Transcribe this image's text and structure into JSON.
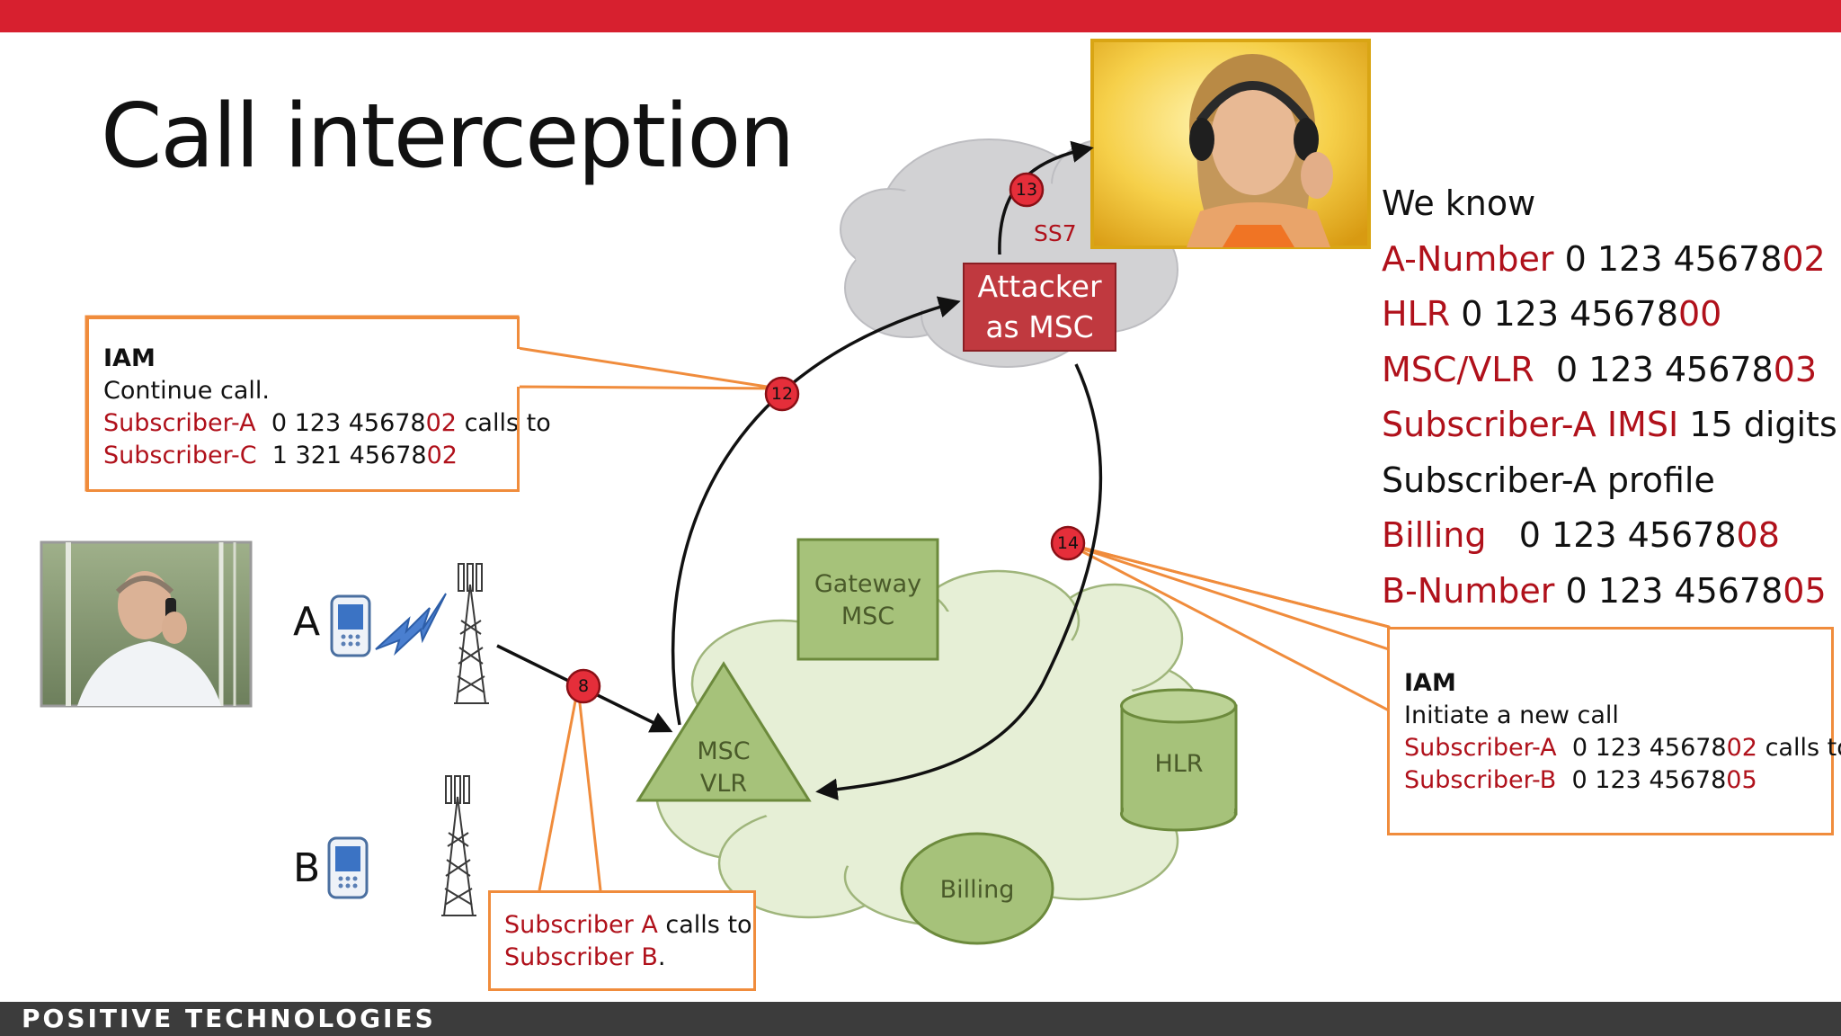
{
  "title": "Call interception",
  "brand": "POSITIVE TECHNOLOGIES",
  "colors": {
    "accent": "#d7202f",
    "emphasis": "#b0111b",
    "callout_border": "#f08c3c",
    "node_fill": "#a6c27a",
    "cloud_green": "#e6efd6",
    "cloud_grey": "#d2d2d4",
    "attacker_box": "#c0393f"
  },
  "nodes": {
    "attacker": [
      "Attacker",
      "as MSC"
    ],
    "ss7": "SS7",
    "gateway": [
      "Gateway",
      "MSC"
    ],
    "msc_vlr": [
      "MSC",
      "VLR"
    ],
    "hlr": "HLR",
    "billing": "Billing"
  },
  "phones": {
    "a": "A",
    "b": "B"
  },
  "steps": [
    "8",
    "12",
    "13",
    "14"
  ],
  "callouts": {
    "iam_continue": {
      "heading": "IAM",
      "line1": "Continue call.",
      "row1": {
        "who": "Subscriber-A",
        "num_main": "0 123 45678",
        "num_tail": "02",
        "suffix": "calls to"
      },
      "row2": {
        "who": "Subscriber-C",
        "num_main": "1 321 45678",
        "num_tail": "02"
      }
    },
    "iam_new": {
      "heading": "IAM",
      "line1": "Initiate a new call",
      "row1": {
        "who": "Subscriber-A",
        "num_main": "0 123 45678",
        "num_tail": "02",
        "suffix": "calls to"
      },
      "row2": {
        "who": "Subscriber-B",
        "num_main": "0 123 45678",
        "num_tail": "05"
      }
    },
    "call_ab": {
      "part1": "Subscriber A",
      "part2": "calls to",
      "part3": "Subscriber B",
      "part4": "."
    }
  },
  "we_know": {
    "heading": "We know",
    "items": [
      {
        "label": "A-Number",
        "main": "0 123 45678",
        "tail": "02"
      },
      {
        "label": "HLR",
        "main": "0 123 45678",
        "tail": "00"
      },
      {
        "label": "MSC/VLR",
        "main": "0 123 45678",
        "tail": "03"
      },
      {
        "label": "Subscriber-A IMSI",
        "main": "15 digits",
        "tail": ""
      },
      {
        "label": "",
        "main": "Subscriber-A profile",
        "tail": ""
      },
      {
        "label": "Billing",
        "main": "0 123 45678",
        "tail": "08"
      },
      {
        "label": "B-Number",
        "main": "0 123 45678",
        "tail": "05"
      }
    ]
  }
}
